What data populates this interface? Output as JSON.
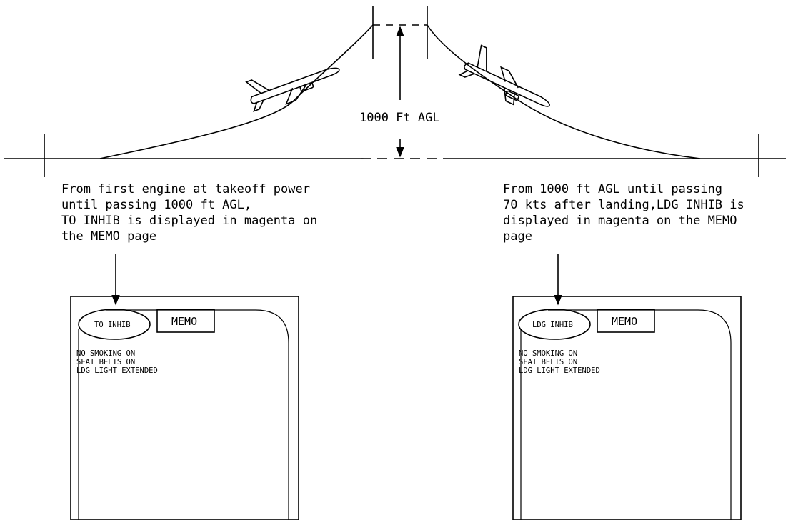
{
  "altitude_label": "1000 Ft AGL",
  "takeoff": {
    "caption_lines": [
      "From first engine at takeoff power",
      "until passing 1000 ft AGL,",
      "TO INHIB is displayed in magenta on",
      "the MEMO page"
    ],
    "panel": {
      "inhibit_label": "TO INHIB",
      "memo_label": "MEMO",
      "items": [
        "NO SMOKING ON",
        "SEAT BELTS ON",
        "LDG LIGHT EXTENDED"
      ]
    }
  },
  "landing": {
    "caption_lines": [
      "From 1000 ft AGL until passing",
      "70 kts after landing,LDG INHIB is",
      "displayed in magenta on the MEMO",
      "page"
    ],
    "panel": {
      "inhibit_label": "LDG INHIB",
      "memo_label": "MEMO",
      "items": [
        "NO SMOKING ON",
        "SEAT BELTS ON",
        "LDG LIGHT EXTENDED"
      ]
    }
  }
}
